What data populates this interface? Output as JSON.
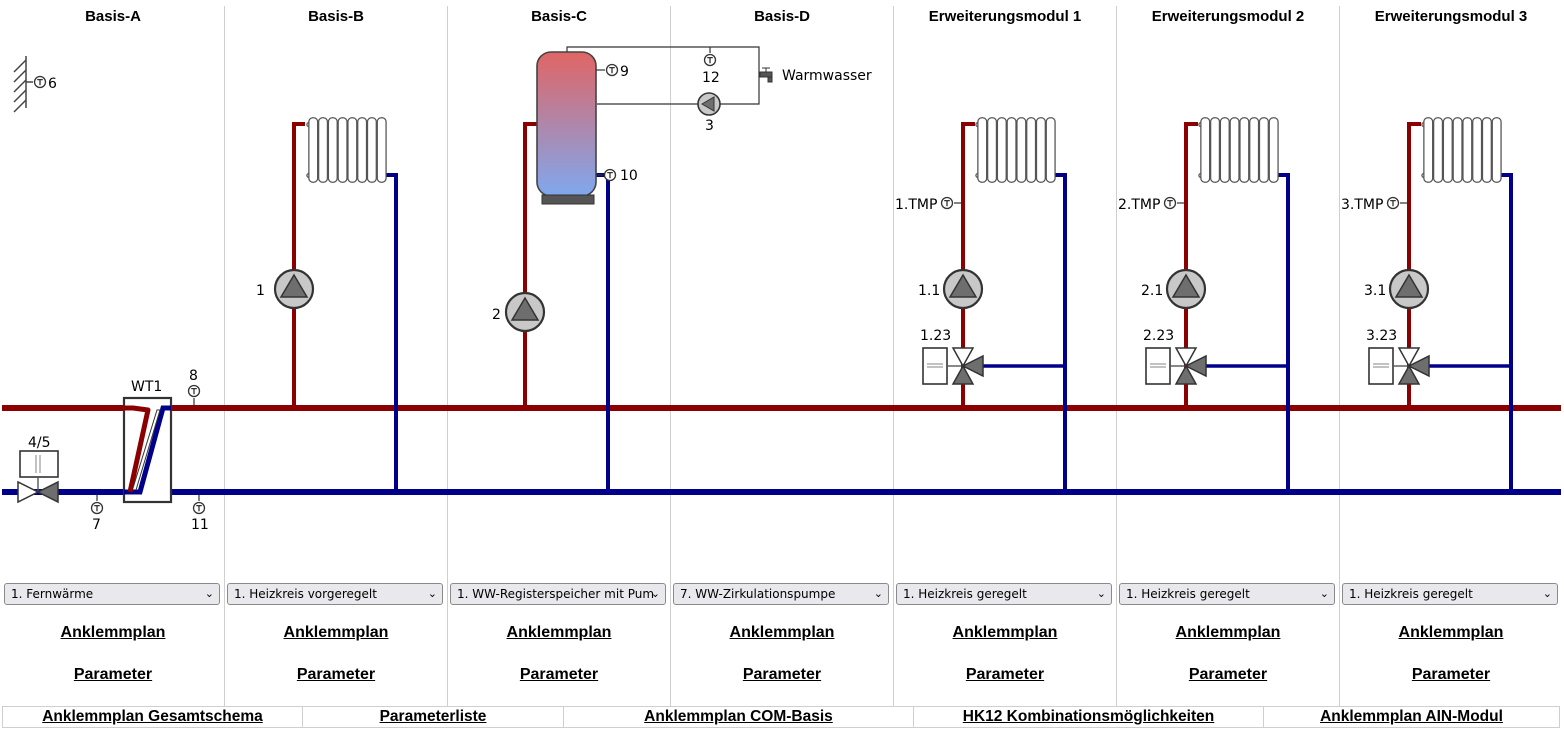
{
  "modules": [
    {
      "title": "Basis-A",
      "select": "1. Fernwärme",
      "link1": "Anklemmplan",
      "link2": "Parameter"
    },
    {
      "title": "Basis-B",
      "select": "1. Heizkreis vorgeregelt",
      "link1": "Anklemmplan",
      "link2": "Parameter"
    },
    {
      "title": "Basis-C",
      "select": "1. WW-Registerspeicher mit Pum",
      "link1": "Anklemmplan",
      "link2": "Parameter"
    },
    {
      "title": "Basis-D",
      "select": "7. WW-Zirkulationspumpe",
      "link1": "Anklemmplan",
      "link2": "Parameter"
    },
    {
      "title": "Erweiterungsmodul 1",
      "select": "1. Heizkreis geregelt",
      "link1": "Anklemmplan",
      "link2": "Parameter"
    },
    {
      "title": "Erweiterungsmodul 2",
      "select": "1. Heizkreis geregelt",
      "link1": "Anklemmplan",
      "link2": "Parameter"
    },
    {
      "title": "Erweiterungsmodul 3",
      "select": "1. Heizkreis geregelt",
      "link1": "Anklemmplan",
      "link2": "Parameter"
    }
  ],
  "labels": {
    "sensor6": "6",
    "sensor7": "7",
    "sensor8": "8",
    "sensor11": "11",
    "valve45": "4/5",
    "wt1": "WT1",
    "pump1": "1",
    "pump2": "2",
    "sensor9": "9",
    "sensor10": "10",
    "sensor12": "12",
    "pump3": "3",
    "warmwasser": "Warmwasser",
    "tmp1": "1.TMP",
    "tmp2": "2.TMP",
    "tmp3": "3.TMP",
    "pump11": "1.1",
    "pump21": "2.1",
    "pump31": "3.1",
    "mix123": "1.23",
    "mix223": "2.23",
    "mix323": "3.23",
    "t": "T"
  },
  "bottom_links": [
    "Anklemmplan Gesamtschema",
    "Parameterliste",
    "Anklemmplan COM-Basis",
    "HK12 Kombinationsmöglichkeiten",
    "Anklemmplan AIN-Modul"
  ],
  "colors": {
    "supply": "#8b0000",
    "return": "#00008b",
    "pump": "#c8c8c8",
    "tank_top": "#e06060",
    "tank_bottom": "#80aaee"
  }
}
